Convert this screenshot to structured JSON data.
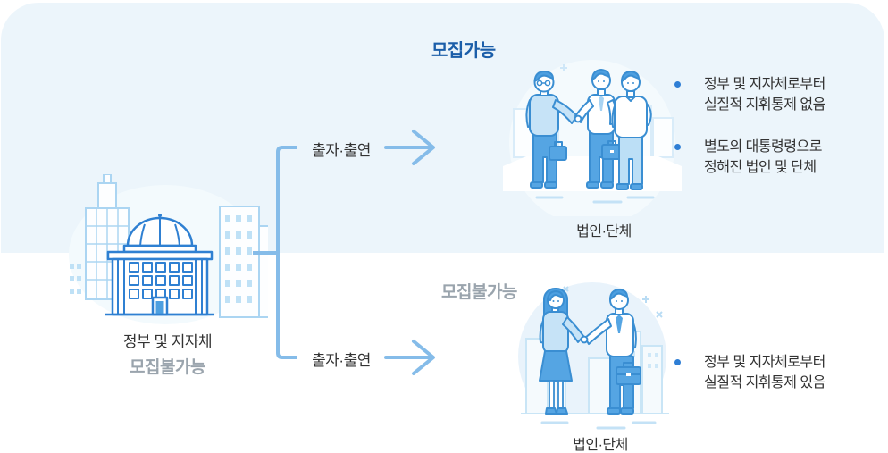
{
  "diagram": {
    "possible": {
      "title": "모집가능",
      "branch_label": "출자·출연",
      "entity_label": "법인·단체",
      "bullets": [
        {
          "line1": "정부 및 지자체로부터",
          "line2": "실질적 지휘통제 없음"
        },
        {
          "line1": "별도의 대통령령으로",
          "line2": "정해진 법인 및 단체"
        }
      ]
    },
    "impossible": {
      "title": "모집불가능",
      "branch_label": "출자·출연",
      "entity_label": "법인·단체",
      "bullets": [
        {
          "line1": "정부 및 지자체로부터",
          "line2": "실질적 지휘통제 있음"
        }
      ]
    },
    "source": {
      "label": "정부 및 지자체",
      "status": "모집불가능"
    }
  },
  "icons": {
    "building": "government-building-illustration",
    "group_handshake": "three-businessmen-handshake-illustration",
    "pair_handshake": "man-woman-handshake-illustration",
    "arrow": "right-arrow",
    "bullet": "bullet-dot"
  },
  "colors": {
    "panel_bg": "#ecf5fb",
    "title_blue": "#1b5ea9",
    "muted_gray": "#9aa4ad",
    "body_text": "#333333",
    "bullet_dot": "#2e7ed5",
    "connector_line": "#85bce9",
    "illustration_outline": "#3a8ed2",
    "illustration_blue": "#55a5e3",
    "illustration_light_blue": "#c6e3f7",
    "illustration_hair": "#4d9fe0"
  }
}
